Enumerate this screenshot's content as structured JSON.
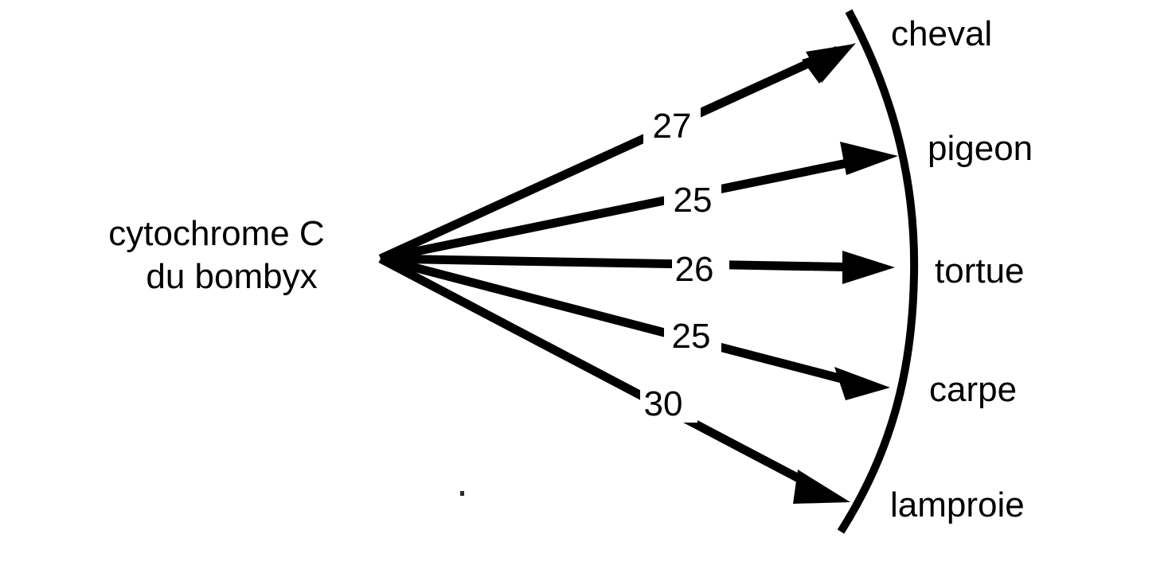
{
  "diagram": {
    "type": "radial-divergence-diagram",
    "background_color": "#ffffff",
    "line_color": "#000000",
    "text_color": "#000000",
    "source": {
      "label_line_1": "cytochrome C",
      "label_line_2": "du bombyx"
    },
    "edge_unit_hint": "",
    "edges": [
      {
        "value": "27",
        "target": "cheval"
      },
      {
        "value": "25",
        "target": "pigeon"
      },
      {
        "value": "26",
        "target": "tortue"
      },
      {
        "value": "25",
        "target": "carpe"
      },
      {
        "value": "30",
        "target": "lamproie"
      }
    ],
    "taxa": [
      {
        "label": "cheval"
      },
      {
        "label": "pigeon"
      },
      {
        "label": "tortue"
      },
      {
        "label": "carpe"
      },
      {
        "label": "lamproie"
      }
    ]
  },
  "chart_data": {
    "type": "bar",
    "title": "cytochrome C du bombyx",
    "xlabel": "",
    "ylabel": "",
    "categories": [
      "cheval",
      "pigeon",
      "tortue",
      "carpe",
      "lamproie"
    ],
    "values": [
      27,
      25,
      26,
      25,
      30
    ],
    "series": [
      {
        "name": "cytochrome C du bombyx",
        "values": [
          27,
          25,
          26,
          25,
          30
        ]
      }
    ],
    "legend_position": "none",
    "grid": false
  }
}
